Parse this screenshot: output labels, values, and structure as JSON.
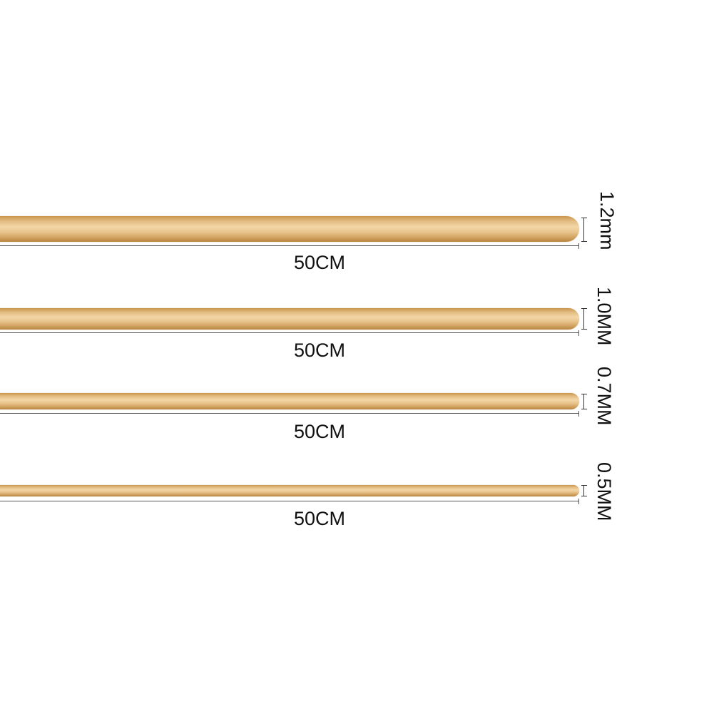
{
  "rods": [
    {
      "diameter_label": "1.2mm",
      "length_label": "50CM"
    },
    {
      "diameter_label": "1.0MM",
      "length_label": "50CM"
    },
    {
      "diameter_label": "0.7MM",
      "length_label": "50CM"
    },
    {
      "diameter_label": "0.5MM",
      "length_label": "50CM"
    }
  ],
  "colors": {
    "rod": "#e3bd83",
    "rod_highlight": "#f3d6a6",
    "rod_shadow": "#b8853e",
    "text": "#111111",
    "background": "#ffffff"
  }
}
